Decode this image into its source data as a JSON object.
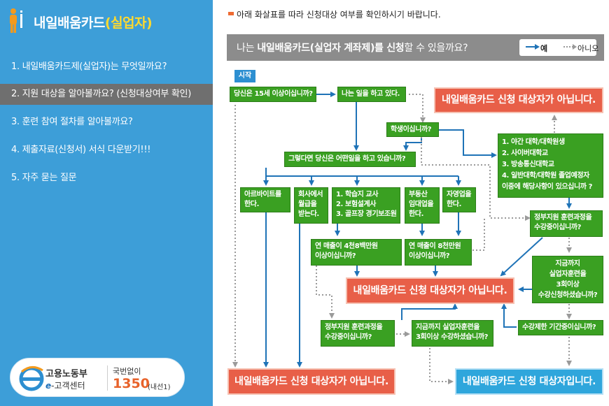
{
  "sidebar": {
    "title_prefix": "내일배움카드",
    "title_accent": "(실업자)",
    "menu": [
      {
        "label": "1. 내일배움카드제(실업자)는 무엇일까요?"
      },
      {
        "label": "2. 지원 대상을 알아볼까요? (신청대상여부 확인)"
      },
      {
        "label": "3. 훈련 참여 절차를 알아볼까요?"
      },
      {
        "label": "4. 제출자료(신청서) 서식 다운받기!!!"
      },
      {
        "label": "5. 자주 묻는 질문"
      }
    ],
    "active_index": 1,
    "hotline": {
      "org": "고용노동부",
      "center_prefix": "e",
      "center": "-고객센터",
      "no_area": "국번없이",
      "number": "1350",
      "ext": "(내선1)"
    }
  },
  "intro": "아래 화살표를 따라 신청대상 여부를 확인하시기 바랍니다.",
  "question_bar": {
    "prefix": "나는 ",
    "bold": "내일배움카드(실업자 계좌제)를 신청",
    "suffix": "할 수 있을까요?",
    "legend_yes": "예",
    "legend_no": "아니오"
  },
  "flow": {
    "start": "시작",
    "q_age": "당신은 15세 이상이십니까?",
    "q_job": "나는 일을 하고 있다.",
    "q_student": "학생이십니까?",
    "q_work_type": "그렇다면 당신은 어떤일을 하고 있습니까?",
    "student_list": [
      "1. 야간 대학/대학원생",
      "2. 사이버대학교",
      "3. 방송통신대학교",
      "4. 일반대학/대학원 졸업예정자",
      "이중에 해당사항이 있으십니까 ?"
    ],
    "w_parttime": [
      "아르바이트를",
      "한다."
    ],
    "w_company": [
      "회사에서",
      "월급을",
      "받는다."
    ],
    "w_teacher": [
      "1. 학습지 교사",
      "2. 보험설계사",
      "3. 골프장 경기보조원"
    ],
    "w_realestate": [
      "부동산",
      "임대업을",
      "한다."
    ],
    "w_selfemployed": [
      "자영업을",
      "한다."
    ],
    "q_sales_48": [
      "연 매출이 4천8백만원",
      "이상이십니까?"
    ],
    "q_sales_80": [
      "연 매출이 8천만원",
      "이상이십니까?"
    ],
    "q_gov_course_right": [
      "정부지원 훈련과정을",
      "수강중이십니까?"
    ],
    "q_times_3": [
      "지금까지",
      "실업자훈련을",
      "3회이상",
      "수강신청하셨습니까?"
    ],
    "q_period": "수강제한 기간중이십니까?",
    "q_gov_course_bottom": [
      "정부지원 훈련과정을",
      "수강중이십니까?"
    ],
    "q_times_3_bottom": [
      "지금까지 실업자훈련을",
      "3회이상 수강하셨습니까?"
    ],
    "not_eligible_top": "내일배움카드 신청 대상자가 아닙니다.",
    "not_eligible_mid": "내일배움카드 신청 대상자가 아닙니다.",
    "not_eligible_bottom": "내일배움카드 신청 대상자가 아닙니다.",
    "eligible": "내일배움카드 신청 대상자입니다."
  },
  "colors": {
    "sidebar": "#3d9ed8",
    "active_menu": "#6f6f6f",
    "question_box": "#3aa022",
    "not_eligible": "#e85f48",
    "eligible": "#2fa6dc",
    "yes_arrow": "#1f73b7",
    "no_arrow": "#9a9a9a"
  }
}
